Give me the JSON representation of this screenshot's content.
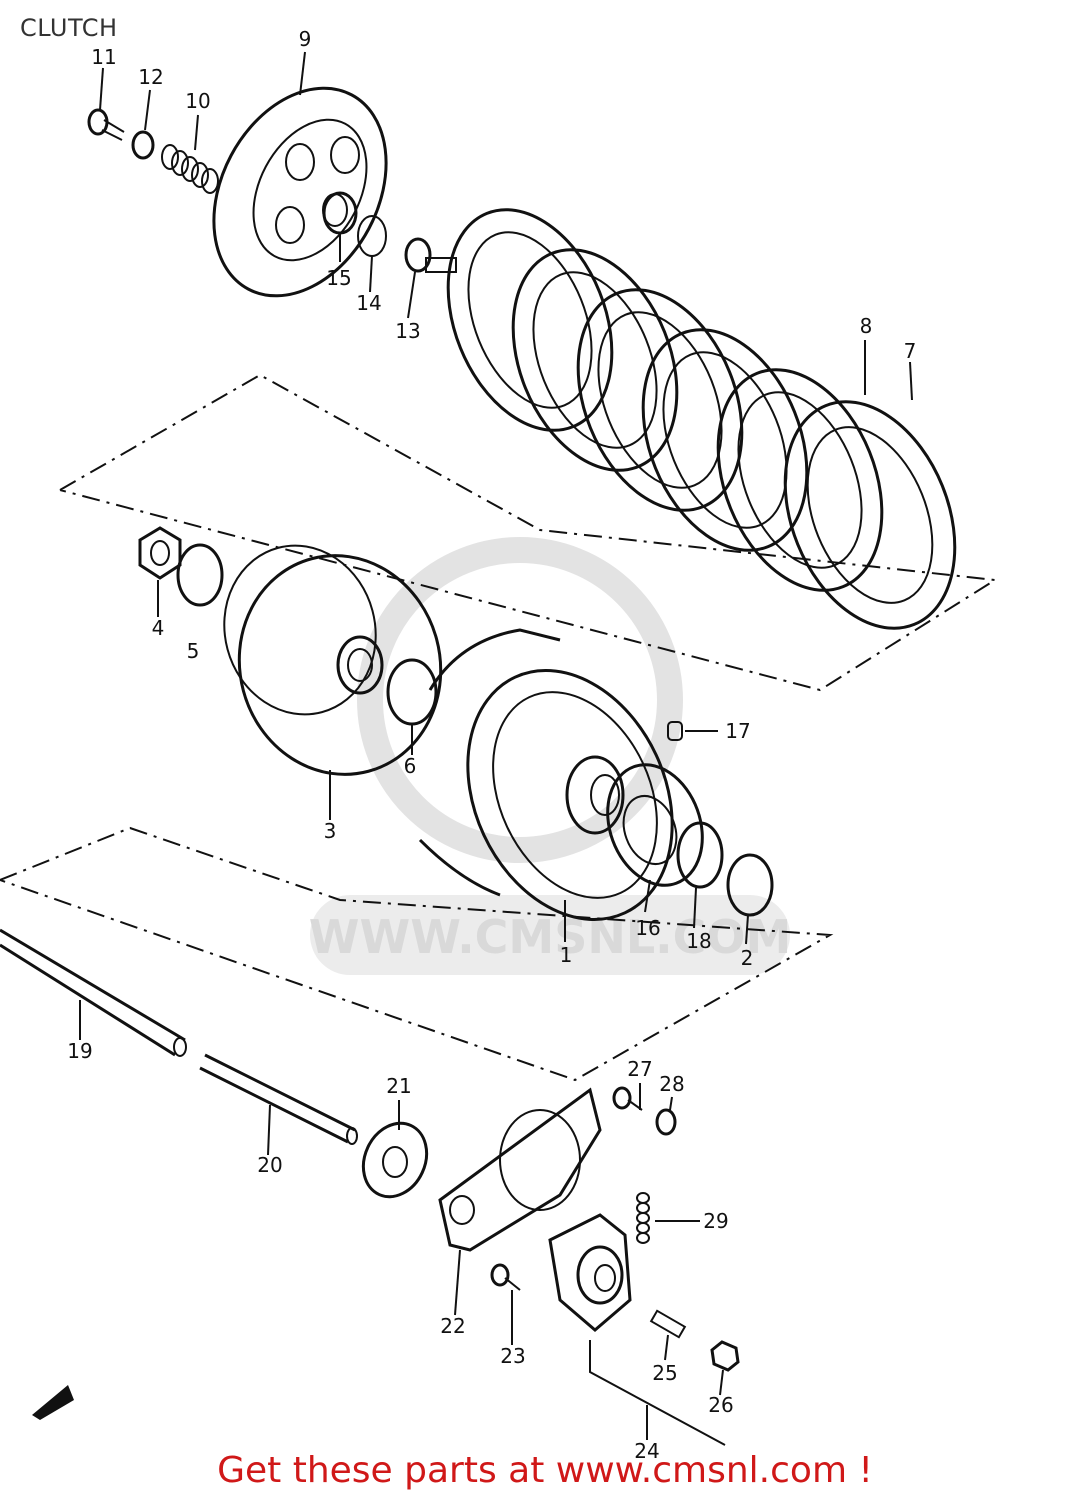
{
  "diagram": {
    "title": "CLUTCH",
    "watermark": "WWW.CMSNL.COM",
    "footer": "Get these parts at www.cmsnl.com !",
    "callouts": [
      "1",
      "2",
      "3",
      "4",
      "5",
      "6",
      "7",
      "8",
      "9",
      "10",
      "11",
      "12",
      "13",
      "14",
      "15",
      "16",
      "17",
      "18",
      "19",
      "20",
      "21",
      "22",
      "23",
      "24",
      "25",
      "26",
      "27",
      "28",
      "29"
    ]
  }
}
